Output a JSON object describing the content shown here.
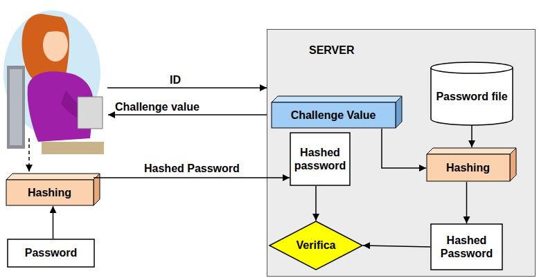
{
  "diagram": {
    "nodes": [
      {
        "text": [
          "SERVER"
        ]
      },
      {
        "text": [
          "Challenge Value"
        ],
        "in": 0
      },
      {
        "text": [
          "Password file"
        ],
        "in": 0
      },
      {
        "text": [
          "Hashed password"
        ],
        "in": 0
      },
      {
        "text": [
          "Hashing"
        ],
        "in": 0
      },
      {
        "text": [
          "Hashed Password"
        ],
        "in": 0
      },
      {
        "text": [
          "Verifica"
        ],
        "in": 0
      },
      {
        "text": [
          "Hashing"
        ]
      },
      {
        "text": [
          "Password"
        ]
      }
    ],
    "edges": [
      {
        "from": 8,
        "to": 7,
        "arrow": "to"
      },
      {
        "from": 7,
        "to": 3,
        "label": "Hashed Password",
        "arrow": "to"
      },
      {
        "from": 1,
        "to": 4,
        "arrow": "to"
      },
      {
        "from": 2,
        "to": 4,
        "arrow": "to"
      },
      {
        "from": 4,
        "to": 5,
        "arrow": "to"
      },
      {
        "from": 3,
        "to": 6,
        "arrow": "to"
      },
      {
        "from": 5,
        "to": 6,
        "arrow": "to"
      }
    ],
    "labels": [
      "ID",
      "Challenge value"
    ]
  }
}
